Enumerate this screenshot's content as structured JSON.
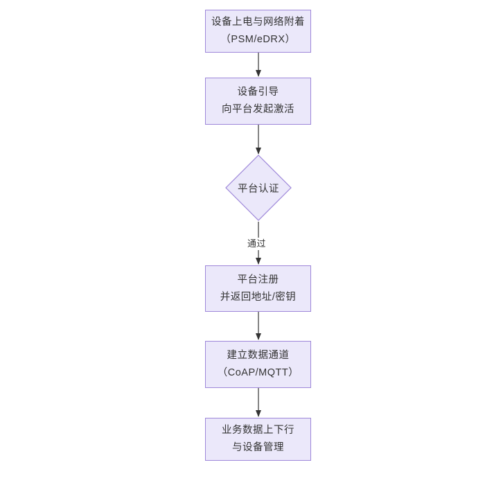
{
  "diagram": {
    "type": "flowchart",
    "orientation": "top-to-bottom",
    "background_color": "#ffffff",
    "node_fill_color": "#ebe8fa",
    "node_border_color": "#9d86d9",
    "text_color": "#333333",
    "edge_color": "#333333",
    "nodes": [
      {
        "id": "n1",
        "shape": "rectangle",
        "line1": "设备上电与网络附着",
        "line2": "（PSM/eDRX）"
      },
      {
        "id": "n2",
        "shape": "rectangle",
        "line1": "设备引导",
        "line2": "向平台发起激活"
      },
      {
        "id": "n3",
        "shape": "diamond",
        "line1": "平台认证",
        "line2": ""
      },
      {
        "id": "n4",
        "shape": "rectangle",
        "line1": "平台注册",
        "line2": "并返回地址/密钥"
      },
      {
        "id": "n5",
        "shape": "rectangle",
        "line1": "建立数据通道",
        "line2": "（CoAP/MQTT）"
      },
      {
        "id": "n6",
        "shape": "rectangle",
        "line1": "业务数据上下行",
        "line2": "与设备管理"
      }
    ],
    "edges": [
      {
        "from": "n1",
        "to": "n2",
        "label": ""
      },
      {
        "from": "n2",
        "to": "n3",
        "label": ""
      },
      {
        "from": "n3",
        "to": "n4",
        "label": "通过"
      },
      {
        "from": "n4",
        "to": "n5",
        "label": ""
      },
      {
        "from": "n5",
        "to": "n6",
        "label": ""
      }
    ]
  }
}
